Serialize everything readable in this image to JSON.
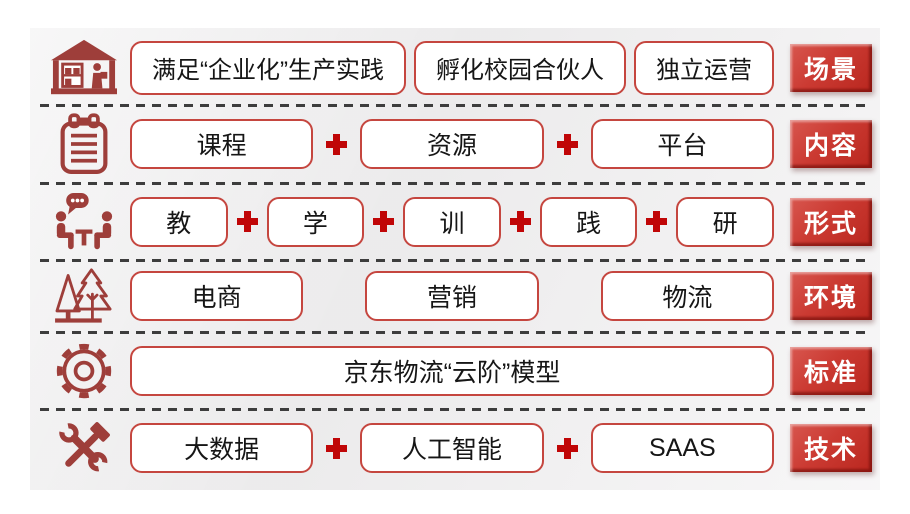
{
  "rows": [
    {
      "name": "scene",
      "icon": "warehouse-icon",
      "label": "场景",
      "separator": "none",
      "items": [
        "满足“企业化”生产实践",
        "孵化校园合伙人",
        "独立运营"
      ]
    },
    {
      "name": "content",
      "icon": "clipboard-icon",
      "label": "内容",
      "separator": "plus",
      "items": [
        "课程",
        "资源",
        "平台"
      ]
    },
    {
      "name": "form",
      "icon": "conversation-icon",
      "label": "形式",
      "separator": "plus",
      "items": [
        "教",
        "学",
        "训",
        "践",
        "研"
      ]
    },
    {
      "name": "environment",
      "icon": "trees-icon",
      "label": "环境",
      "separator": "none",
      "items": [
        "电商",
        "营销",
        "物流"
      ]
    },
    {
      "name": "standard",
      "icon": "gear-icon",
      "label": "标准",
      "separator": "none",
      "items": [
        "京东物流“云阶”模型"
      ]
    },
    {
      "name": "technology",
      "icon": "tools-icon",
      "label": "技术",
      "separator": "plus",
      "items": [
        "大数据",
        "人工智能",
        "SAAS"
      ]
    }
  ],
  "plus_symbol": "+",
  "colors": {
    "box_border": "#c5463f",
    "tag_red": "#c8342c",
    "icon_red": "#9e3e3a",
    "plus_red": "#c00607",
    "dash_gray": "#3d3d3d",
    "panel_bg": "#f1f0f1"
  }
}
